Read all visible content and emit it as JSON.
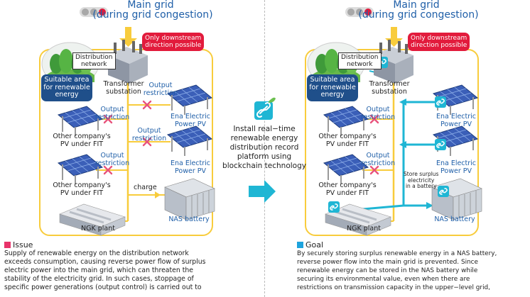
{
  "colors": {
    "accent_yellow": "#f8cc3c",
    "blue_text": "#1f5fa8",
    "red_pill": "#e21b3c",
    "navy_pill": "#1f4f8a",
    "cyan_arrow": "#1fb6d4",
    "x_mark": "#e8547c",
    "issue_square": "#e8336a",
    "goal_square": "#1ea3dd"
  },
  "left": {
    "grid_title": "Main grid",
    "grid_subtitle": "(during grid congestion)",
    "direction_note_line1": "Only downstream",
    "direction_note_line2": "direction possible",
    "distribution_network_line1": "Distribution",
    "distribution_network_line2": "network",
    "suitable_area_line1": "Suitable area",
    "suitable_area_line2": "for renewable",
    "suitable_area_line3": "energy",
    "transformer_line1": "Transformer",
    "transformer_line2": "substation",
    "restriction_line1": "Output",
    "restriction_line2": "restriction",
    "ena_pv_line1": "Ena Electric",
    "ena_pv_line2": "Power PV",
    "other_pv_line1": "Other company's",
    "other_pv_line2": "PV under FIT",
    "charge_label": "charge",
    "nas_label": "NAS battery",
    "ngk_label": "NGK plant"
  },
  "right": {
    "grid_title": "Main grid",
    "grid_subtitle": "(during grid congestion)",
    "direction_note_line1": "Only downstream",
    "direction_note_line2": "direction possible",
    "distribution_network_line1": "Distribution",
    "distribution_network_line2": "network",
    "suitable_area_line1": "Suitable area",
    "suitable_area_line2": "for renewable",
    "suitable_area_line3": "energy",
    "transformer_line1": "Transformer",
    "transformer_line2": "substation",
    "restriction_line1": "Output",
    "restriction_line2": "restriction",
    "ena_pv_line1": "Ena Electric",
    "ena_pv_line2": "Power PV",
    "other_pv_line1": "Other company's",
    "other_pv_line2": "PV under FIT",
    "store_line1": "Store surplus",
    "store_line2": "electricity",
    "store_line3": "in a battery",
    "nas_label": "NAS battery",
    "ngk_label": "NGK plant"
  },
  "center": {
    "line1": "Install real−time",
    "line2": "renewable energy",
    "line3": "distribution record",
    "line4": "platform using",
    "line5": "blockchain technology"
  },
  "issue": {
    "heading": "Issue",
    "line1": " Supply of renewable energy on the distribution network",
    "line2": "exceeds consumption, causing reverse power flow of surplus",
    "line3": "electric power into the main grid, which can threaten the",
    "line4": "stability of the electricity grid. In such cases, stoppage of",
    "line5": "specific power generations (output control) is carried out to"
  },
  "goal": {
    "heading": "Goal",
    "line1": " By securely storing surplus renewable energy in a NAS battery,",
    "line2": "reverse power flow into the main grid is prevented. Since",
    "line3": "renewable energy can be stored in the NAS battery while",
    "line4": "securing its environmental value, even when there are",
    "line5": "restrictions on transmission capacity in the upper−level grid,"
  }
}
